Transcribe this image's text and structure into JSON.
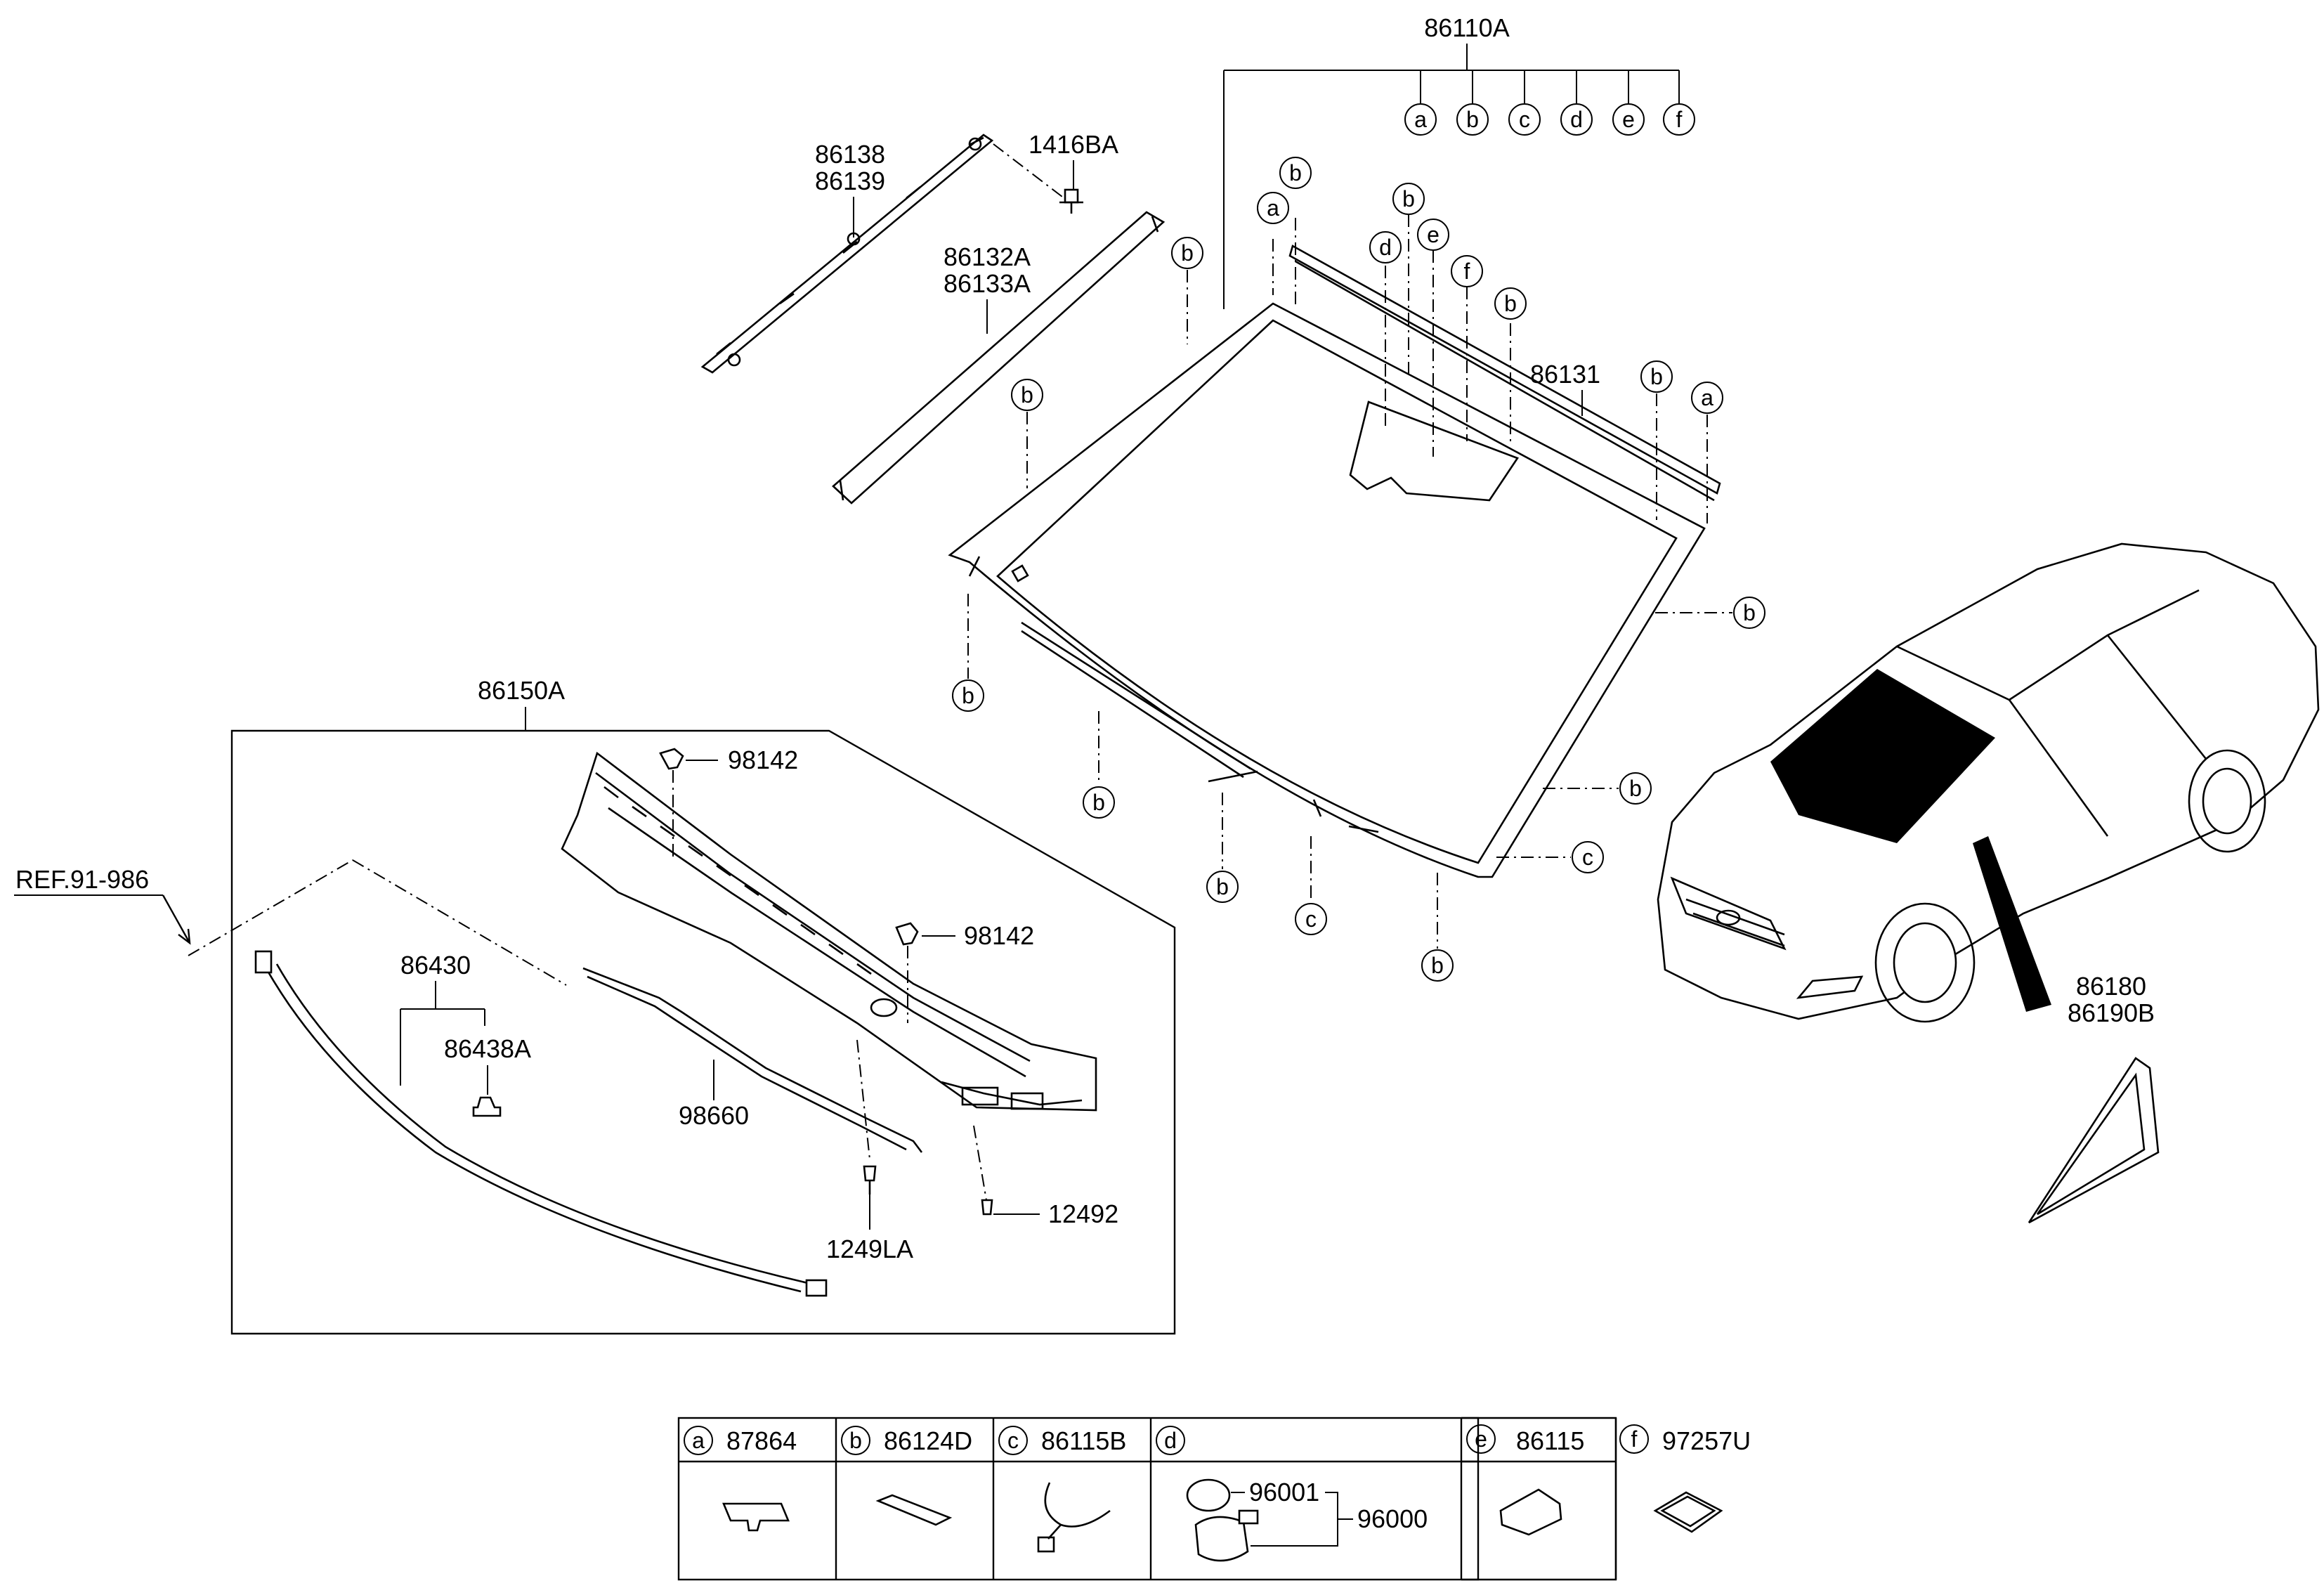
{
  "labels": {
    "p86110A": "86110A",
    "p86138": "86138",
    "p86139": "86139",
    "p1416BA": "1416BA",
    "p86132A": "86132A",
    "p86133A": "86133A",
    "p86131": "86131",
    "p86150A": "86150A",
    "ref": "REF.91-986",
    "p98142a": "98142",
    "p98142b": "98142",
    "p86430": "86430",
    "p86438A": "86438A",
    "p98660": "98660",
    "p1249LA": "1249LA",
    "p12492": "12492",
    "p86180": "86180",
    "p86190B": "86190B"
  },
  "callouts": {
    "a": "a",
    "b": "b",
    "c": "c",
    "d": "d",
    "e": "e",
    "f": "f"
  },
  "legend": {
    "a": {
      "letter": "a",
      "part": "87864"
    },
    "b": {
      "letter": "b",
      "part": "86124D"
    },
    "c": {
      "letter": "c",
      "part": "86115B"
    },
    "d": {
      "letter": "d",
      "part": "",
      "sub1": "96001",
      "sub2": "96000"
    },
    "e": {
      "letter": "e",
      "part": "86115"
    },
    "f": {
      "letter": "f",
      "part": "97257U"
    }
  }
}
